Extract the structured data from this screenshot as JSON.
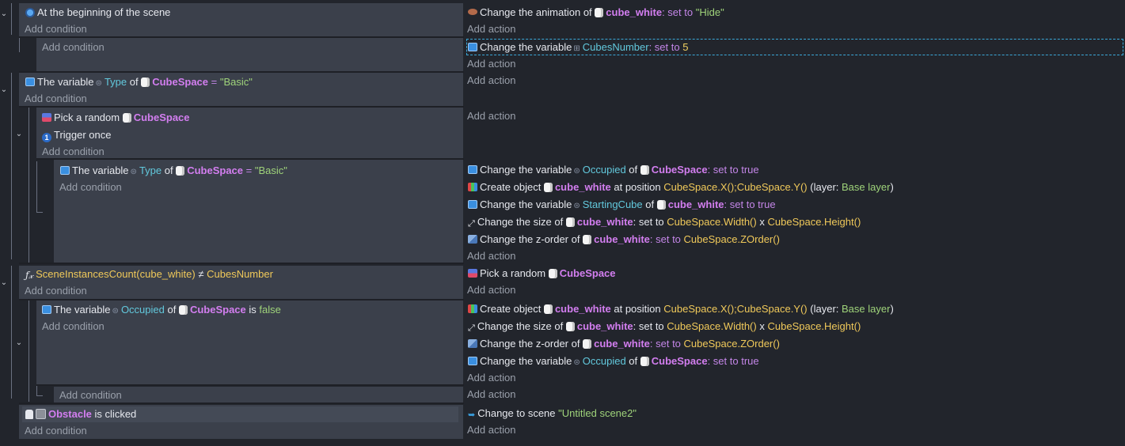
{
  "events": {
    "ev1": {
      "condition": "At the beginning of the scene",
      "add_condition": "Add condition",
      "action": {
        "prefix": "Change the animation of",
        "object": "cube_white",
        "middle": ": set to ",
        "value": "\"Hide\""
      },
      "add_action": "Add action"
    },
    "ev1sub": {
      "add_condition": "Add condition",
      "action": {
        "prefix": "Change the variable",
        "variable": "CubesNumber",
        "middle": ": set to ",
        "value": "5"
      },
      "add_action": "Add action"
    },
    "ev2": {
      "condition": {
        "prefix": "The variable",
        "variable": "Type",
        "of": "of",
        "object": "CubeSpace",
        "op": "=",
        "value": "\"Basic\""
      },
      "add_condition": "Add condition",
      "add_action": "Add action"
    },
    "ev3": {
      "condition1": {
        "prefix": "Pick a random",
        "object": "CubeSpace"
      },
      "condition2": "Trigger once",
      "add_condition": "Add condition",
      "add_action": "Add action"
    },
    "ev4": {
      "condition": {
        "prefix": "The variable",
        "variable": "Type",
        "of": "of",
        "object": "CubeSpace",
        "op": "=",
        "value": "\"Basic\""
      },
      "add_condition": "Add condition",
      "actions": [
        {
          "prefix": "Change the variable",
          "variable": "Occupied",
          "of": "of",
          "object": "CubeSpace",
          "middle": ": set to ",
          "value": "true"
        },
        {
          "prefix": "Create object",
          "object": "cube_white",
          "middle": "at position",
          "expr": "CubeSpace.X();CubeSpace.Y()",
          "layer_prefix": "(layer:",
          "layer": "Base layer",
          "layer_suffix": ")"
        },
        {
          "prefix": "Change the variable",
          "variable": "StartingCube",
          "of": "of",
          "object": "cube_white",
          "middle": ": set to ",
          "value": "true"
        },
        {
          "prefix": "Change the size of",
          "object": "cube_white",
          "middle": ": set to ",
          "expr": "CubeSpace.Width()",
          "x": "x",
          "expr2": "CubeSpace.Height()"
        },
        {
          "prefix": "Change the z-order of",
          "object": "cube_white",
          "middle": ": set to ",
          "expr": "CubeSpace.ZOrder()"
        }
      ],
      "add_action": "Add action"
    },
    "ev5": {
      "condition": {
        "expr": "SceneInstancesCount(cube_white)",
        "op": "≠",
        "expr2": "CubesNumber"
      },
      "add_condition": "Add condition",
      "action": {
        "prefix": "Pick a random",
        "object": "CubeSpace"
      },
      "add_action": "Add action"
    },
    "ev6": {
      "condition": {
        "prefix": "The variable",
        "variable": "Occupied",
        "of": "of",
        "object": "CubeSpace",
        "suffix": "is",
        "value": "false"
      },
      "add_condition": "Add condition",
      "actions": [
        {
          "prefix": "Create object",
          "object": "cube_white",
          "middle": "at position",
          "expr": "CubeSpace.X();CubeSpace.Y()",
          "layer_prefix": "(layer:",
          "layer": "Base layer",
          "layer_suffix": ")"
        },
        {
          "prefix": "Change the size of",
          "object": "cube_white",
          "middle": ": set to ",
          "expr": "CubeSpace.Width()",
          "x": "x",
          "expr2": "CubeSpace.Height()"
        },
        {
          "prefix": "Change the z-order of",
          "object": "cube_white",
          "middle": ": set to ",
          "expr": "CubeSpace.ZOrder()"
        },
        {
          "prefix": "Change the variable",
          "variable": "Occupied",
          "of": "of",
          "object": "CubeSpace",
          "middle": ": set to ",
          "value": "true"
        }
      ],
      "add_action": "Add action"
    },
    "ev7": {
      "add_condition": "Add condition",
      "add_action": "Add action"
    },
    "ev8": {
      "condition": {
        "object": "Obstacle",
        "suffix": "is clicked"
      },
      "add_condition": "Add condition",
      "action": {
        "prefix": "Change to scene",
        "value": "\"Untitled scene2\""
      },
      "add_action": "Add action"
    }
  },
  "chevron": "⌄"
}
